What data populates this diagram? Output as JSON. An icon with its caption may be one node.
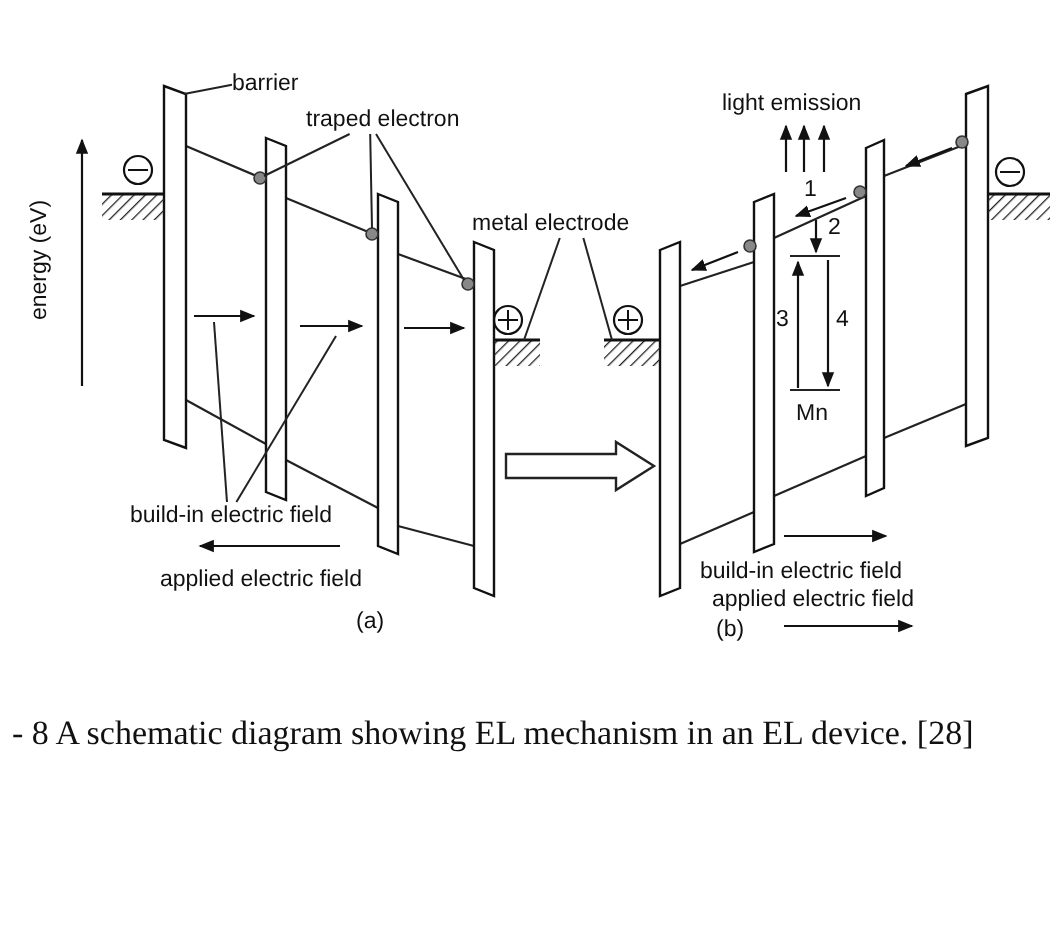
{
  "diagram": {
    "caption": "- 8 A schematic diagram showing EL mechanism in an EL device. [28]",
    "nodes": [
      {
        "text": [
          "barrier"
        ]
      },
      {
        "text": [
          "traped electron"
        ]
      },
      {
        "text": [
          "metal electrode"
        ]
      },
      {
        "text": [
          "build-in electric field"
        ]
      }
    ],
    "edges": [
      {
        "from": 0,
        "to": null,
        "arrow": "none"
      },
      {
        "from": 1,
        "to": null,
        "arrow": "none"
      },
      {
        "from": 1,
        "to": null,
        "arrow": "none"
      },
      {
        "from": 1,
        "to": null,
        "arrow": "none"
      },
      {
        "from": 2,
        "to": null,
        "arrow": "none"
      },
      {
        "from": 2,
        "to": null,
        "arrow": "none"
      },
      {
        "from": 3,
        "to": null,
        "arrow": "none"
      },
      {
        "from": 3,
        "to": null,
        "arrow": "none"
      }
    ],
    "labels": [
      "energy (eV)",
      "applied electric field",
      "(a)",
      "light emission",
      "1",
      "2",
      "3",
      "4",
      "Mn",
      "build-in electric field",
      "applied electric field",
      "(b)"
    ]
  }
}
